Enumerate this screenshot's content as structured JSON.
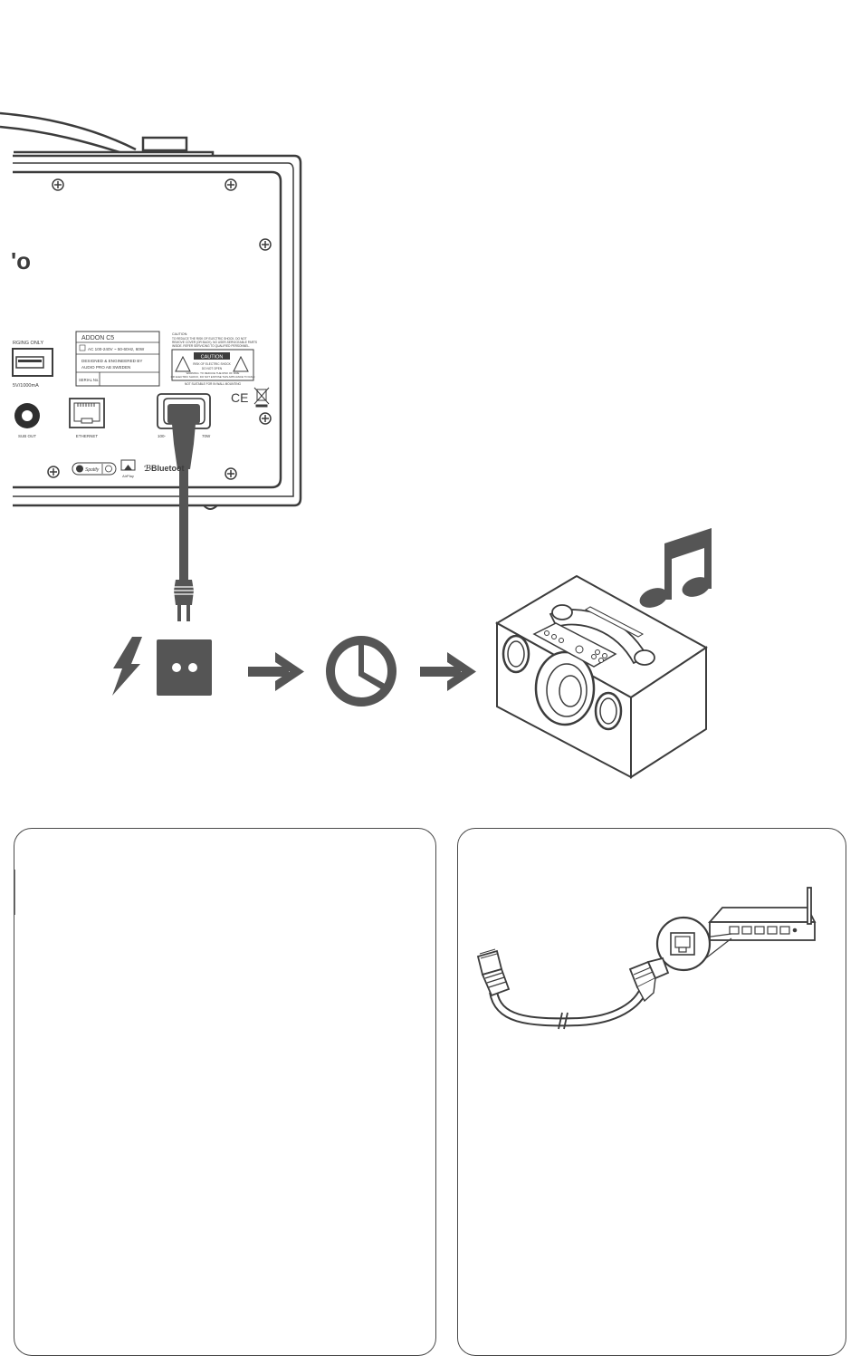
{
  "device": {
    "logo_text": "'o",
    "usb_label": "RGING ONLY",
    "usb_rating": "5V/1000mA",
    "model_name": "ADDON C5",
    "power_rating": "AC 100-240V ~ 50-60Hz, 60W",
    "designed_line1": "DESIGNED & ENGINEERED BY",
    "designed_line2": "AUDIO PRO AB SWEDEN",
    "serial_label": "SERIAL No.",
    "caution_title": "CAUTION:",
    "caution_text1": "TO REDUCE THE RISK OF ELECTRIC SHOCK, DO NOT",
    "caution_text2": "REMOVE COVER (OR BACK). NO USER-SERVICEABLE PARTS",
    "caution_text3": "INSIDE. REFER SERVICING TO QUALIFIED PERSONNEL.",
    "caution_box_title": "CAUTION",
    "caution_box_line1": "RISK OF ELECTRIC SHOCK",
    "caution_box_line2": "DO NOT OPEN",
    "warning_line1": "WARNING: TO REDUCE THE RISK OF FIRE",
    "warning_line2": "OR ELECTRIC SHOCK, DO NOT EXPOSE THIS APPLIANCE TO RAIN",
    "warning_line3": "NOT SUITABLE FOR IN WALL MOUNTING",
    "ce_mark": "CE",
    "sub_out_label": "SUB OUT",
    "ethernet_label": "ETHERNET",
    "power_label_left": "100-",
    "power_label_right": "70W",
    "spotify_label": "Spotify",
    "airplay_label": "AirPlay",
    "bluetooth_label": "Bluetoot"
  },
  "colors": {
    "line": "#3c3c3c",
    "icon_gray": "#5a5a5a",
    "panel_border": "#4a4a4a"
  },
  "icons": [
    "lightning-icon",
    "power-socket-icon",
    "arrow-right-icon",
    "clock-icon",
    "music-note-icon",
    "speaker-icon",
    "router-icon",
    "ethernet-cable-icon"
  ]
}
